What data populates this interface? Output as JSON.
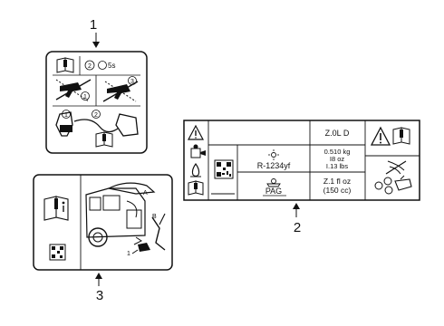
{
  "callouts": {
    "one": "1",
    "two": "2",
    "three": "3"
  },
  "label_1": {
    "step_2_circle": "2",
    "seconds": "5s",
    "step_3_circle": "3",
    "step_1_circle": "1",
    "bottom_step_1": "1",
    "bottom_step_2": "2"
  },
  "label_2": {
    "engine": "Z.0L D",
    "refrigerant": "R-1234yf",
    "charge_kg": "0.510 kg",
    "charge_oz": "I8 oz",
    "charge_lbs": "I.13 lbs",
    "oil_type": "PAG",
    "oil_fl_oz": "Z.1 fl oz",
    "oil_cc": "(150 cc)"
  },
  "label_3": {
    "arrow_a": "A",
    "arrow_b": "B",
    "step_1": "1"
  },
  "colors": {
    "line": "#111111",
    "background": "#ffffff"
  }
}
